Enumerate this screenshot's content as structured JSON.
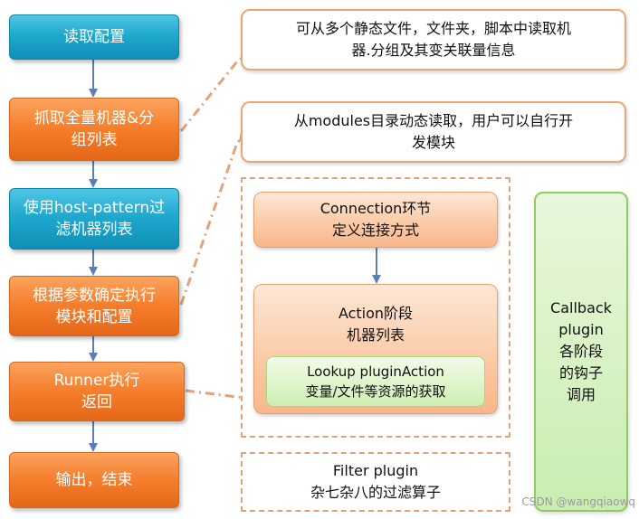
{
  "steps": [
    {
      "line1": "读取配置",
      "line2": ""
    },
    {
      "line1": "抓取全量机器&分",
      "line2": "组列表"
    },
    {
      "line1": "使用host-pattern过",
      "line2": "滤机器列表"
    },
    {
      "line1": "根据参数确定执行",
      "line2": "模块和配置"
    },
    {
      "line1": "Runner执行",
      "line2": "返回"
    },
    {
      "line1": "输出，结束",
      "line2": ""
    }
  ],
  "notes": {
    "inventory": {
      "line1": "可从多个静态文件，文件夹，脚本中读取机",
      "line2": "器.分组及其变关联量信息"
    },
    "modules": {
      "line1": "从modules目录动态读取，用户可以自行开",
      "line2": "发模块"
    }
  },
  "runner_detail": {
    "connection": {
      "line1": "Connection环节",
      "line2": "定义连接方式"
    },
    "action": {
      "line1": "Action阶段",
      "line2": "机器列表"
    },
    "lookup": {
      "line1": "Lookup pluginAction",
      "line2": "变量/文件等资源的获取"
    }
  },
  "filter": {
    "line1": "Filter plugin",
    "line2": "杂七杂八的过滤算子"
  },
  "callback": {
    "line1": "Callback",
    "line2": "plugin",
    "line3": "各阶段",
    "line4": "的钩子",
    "line5": "调用"
  },
  "watermark": "CSDN @wangqiaowq",
  "colors": {
    "teal": "#1fa9cf",
    "orange": "#f57d2c",
    "connector": "#e2a27a",
    "flow_arrow": "#5b7db8",
    "green_border": "#8fcc64"
  }
}
